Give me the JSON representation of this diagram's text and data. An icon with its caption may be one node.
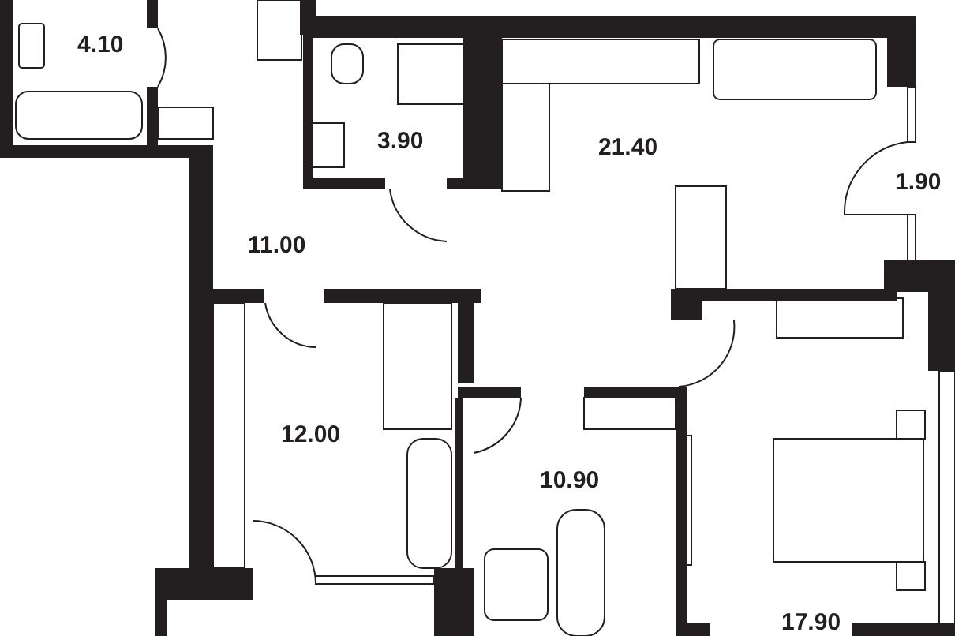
{
  "diagram": {
    "labels": [
      "4.10",
      "3.90",
      "21.40",
      "1.90",
      "11.00",
      "12.00",
      "10.90",
      "17.90"
    ]
  }
}
